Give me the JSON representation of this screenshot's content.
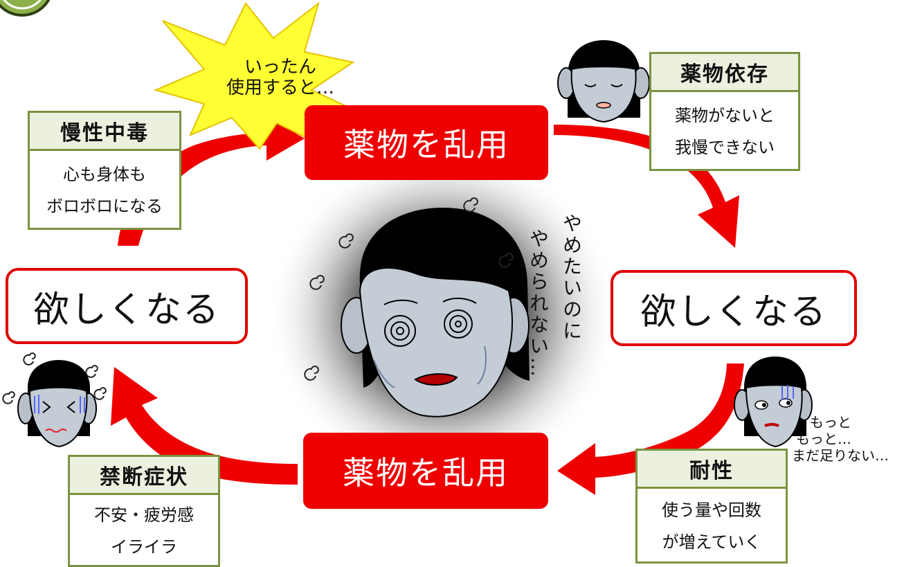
{
  "center_nodes": {
    "top": "薬物を乱用",
    "right": "欲しくなる",
    "bottom": "薬物を乱用",
    "left": "欲しくなる"
  },
  "burst": {
    "line1": "いったん",
    "line2": "使用すると…"
  },
  "cards": {
    "dependence": {
      "title": "薬物依存",
      "line1": "薬物がないと",
      "line2": "我慢できない"
    },
    "tolerance": {
      "title": "耐性",
      "line1": "使う量や回数",
      "line2": "が増えていく"
    },
    "withdrawal": {
      "title": "禁断症状",
      "line1": "不安・疲労感",
      "line2": "イライラ"
    },
    "chronic": {
      "title": "慢性中毒",
      "line1": "心も身体も",
      "line2": "ボロボロになる"
    }
  },
  "center_thought": {
    "col1": "やめたいのに",
    "col2": "やめられない…"
  },
  "side_thought": {
    "line1": "もっと",
    "line2": "もっと…",
    "line3": "まだ足りない…"
  },
  "colors": {
    "red": "#ee0000",
    "card_border": "#7b9340",
    "card_header": "#ebf1de",
    "burst": "#ffff33",
    "skin": "#c4ccd6"
  }
}
